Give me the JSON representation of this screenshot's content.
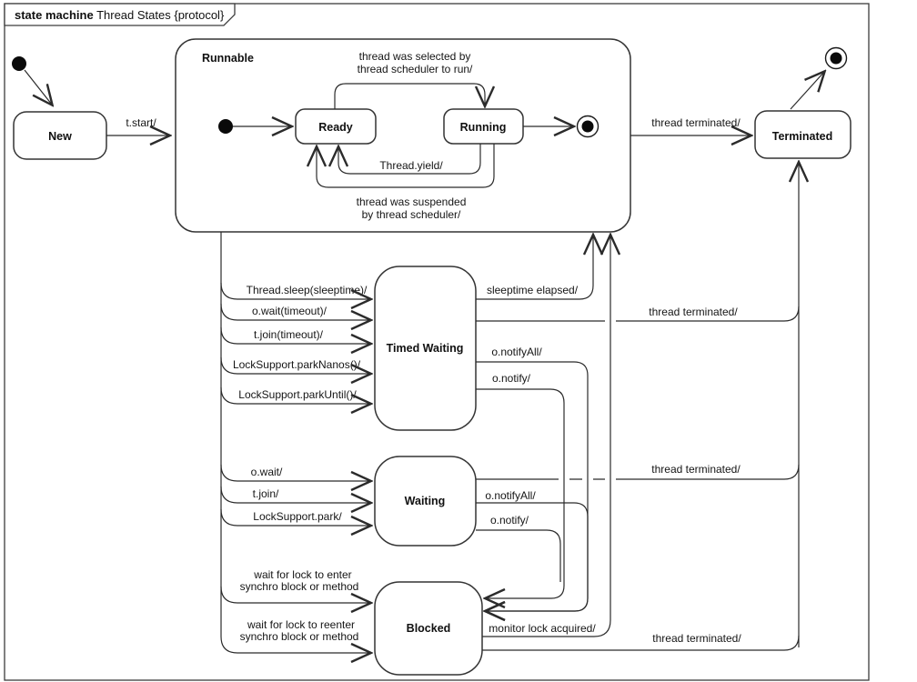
{
  "title": {
    "keyword": "state machine",
    "name": " Thread States {protocol}"
  },
  "states": {
    "new": "New",
    "runnable": "Runnable",
    "ready": "Ready",
    "running": "Running",
    "timed_waiting": "Timed Waiting",
    "waiting": "Waiting",
    "blocked": "Blocked",
    "terminated": "Terminated"
  },
  "transitions": {
    "t_start": "t.start/",
    "selected_line1": "thread was selected by",
    "selected_line2": "thread scheduler to run/",
    "thread_yield": "Thread.yield/",
    "suspended_line1": "thread was suspended",
    "suspended_line2": "by thread scheduler/",
    "thread_terminated": "thread terminated/",
    "thread_sleep": "Thread.sleep(sleeptime)/",
    "o_wait_timeout": "o.wait(timeout)/",
    "t_join_timeout": "t.join(timeout)/",
    "park_nanos": "LockSupport.parkNanos()/",
    "park_until": "LockSupport.parkUntil()/",
    "sleeptime_elapsed": "sleeptime elapsed/",
    "o_notify_all": "o.notifyAll/",
    "o_notify": "o.notify/",
    "o_wait": "o.wait/",
    "t_join": "t.join/",
    "lock_support_park": "LockSupport.park/",
    "wait_enter_line1": "wait for lock to enter",
    "wait_reenter_line1": "wait for lock to reenter",
    "synchro_line2": "synchro block or method",
    "monitor_lock_acquired": "monitor lock acquired/"
  },
  "colors": {
    "substate_label": "#31639C",
    "line": "#2b2b2b",
    "state_fill": "#ffffff",
    "background": "#ffffff"
  }
}
